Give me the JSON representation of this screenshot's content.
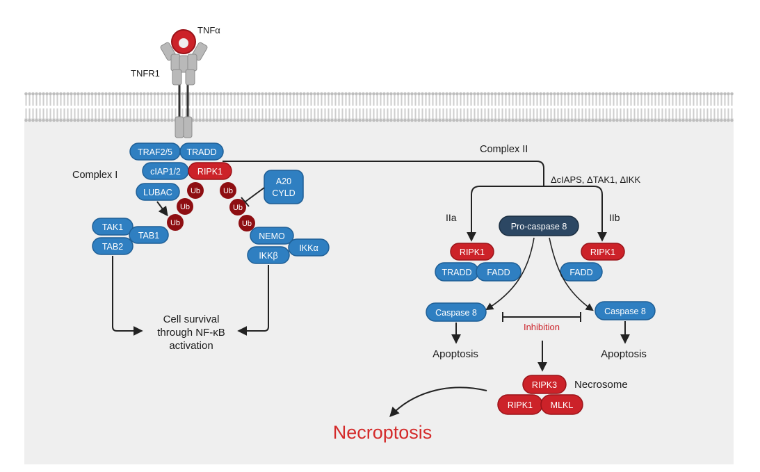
{
  "labels": {
    "tnfa": "TNFα",
    "tnfr1": "TNFR1",
    "complex_i": "Complex I",
    "complex_ii": "Complex II",
    "deletion_condition": "ΔcIAPS, ΔTAK1, ΔIKK",
    "iia": "IIa",
    "iib": "IIb",
    "survival_line1": "Cell survival",
    "survival_line2": "through NF-κB",
    "survival_line3": "activation",
    "apoptosis_left": "Apoptosis",
    "apoptosis_right": "Apoptosis",
    "inhibition": "Inhibition",
    "necrosome": "Necrosome",
    "necroptosis": "Necroptosis"
  },
  "proteins": {
    "traf25": "TRAF2/5",
    "tradd": "TRADD",
    "ciap12": "cIAP1/2",
    "ripk1": "RIPK1",
    "lubac": "LUBAC",
    "a20_line1": "A20",
    "a20_line2": "CYLD",
    "tak1": "TAK1",
    "tab1": "TAB1",
    "tab2": "TAB2",
    "nemo": "NEMO",
    "ikka": "IKKα",
    "ikkb": "IKKβ",
    "procaspase8": "Pro-caspase 8",
    "ripk1_iia": "RIPK1",
    "tradd_iia": "TRADD",
    "fadd_iia": "FADD",
    "ripk1_iib": "RIPK1",
    "fadd_iib": "FADD",
    "caspase8_left": "Caspase 8",
    "caspase8_right": "Caspase 8",
    "ripk3": "RIPK3",
    "ripk1_necro": "RIPK1",
    "mlkl": "MLKL"
  },
  "ubiquitin": {
    "label": "Ub"
  },
  "colors": {
    "blue": "#2f7fc1",
    "blue_stroke": "#1f5f96",
    "red": "#cc2229",
    "red_stroke": "#9a1319",
    "dark_red": "#8e0e12",
    "navy": "#2c4763",
    "cytoplasm": "#efefef",
    "membrane": "#cfcfcf",
    "text": "#1a1a1a",
    "necroptosis_text": "#d42a2a"
  }
}
